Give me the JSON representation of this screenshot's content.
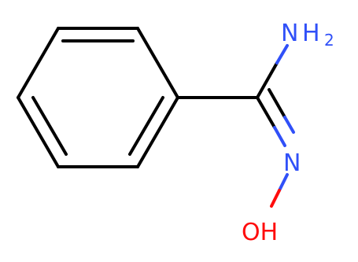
{
  "molecule": {
    "atoms": {
      "amine": {
        "element": "N",
        "hydrogens": "H",
        "count": "2"
      },
      "imine": {
        "element": "N"
      },
      "hydroxyl": {
        "element": "OH"
      }
    }
  },
  "colors": {
    "bond": "#000000",
    "nitrogen": "#3050F8",
    "oxygen": "#FF0D0D"
  }
}
